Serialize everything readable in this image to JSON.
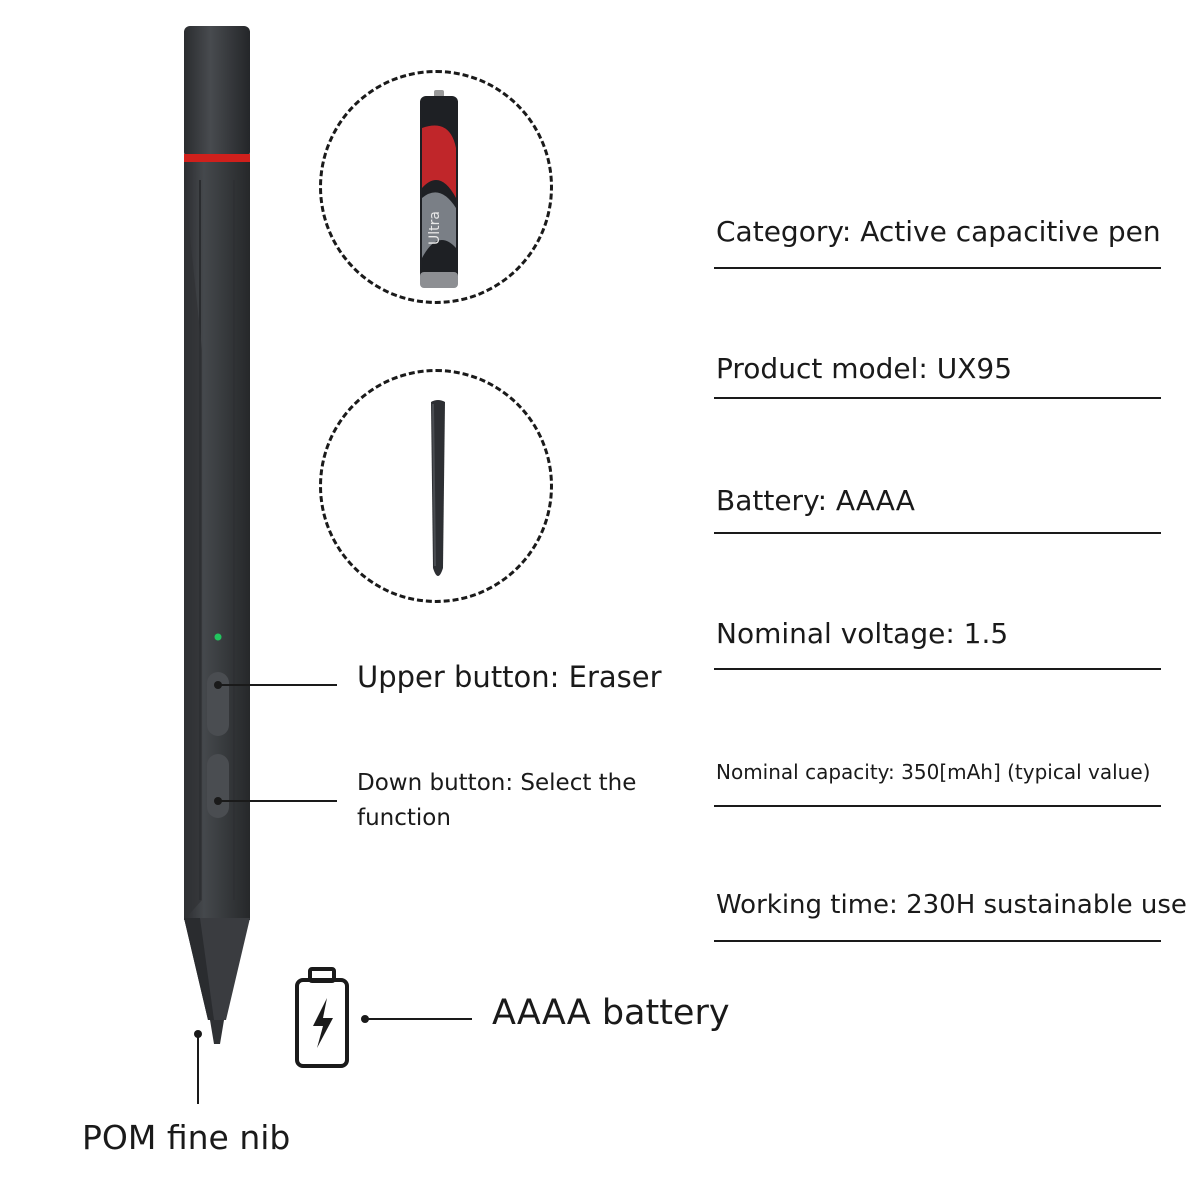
{
  "specs": [
    {
      "label": "Category: Active capacitive pen"
    },
    {
      "label": "Product model: UX95"
    },
    {
      "label": "Battery: AAAA"
    },
    {
      "label": "Nominal voltage: 1.5"
    },
    {
      "label": "Nominal capacity: 350[mAh] (typical value)"
    },
    {
      "label": "Working time: 230H sustainable use"
    }
  ],
  "callouts": {
    "upper_button": "Upper button: Eraser",
    "down_button_line1": "Down button: Select the",
    "down_button_line2": "function",
    "battery": "AAAA battery",
    "nib": "POM fine nib"
  },
  "battery_print": "Ultra",
  "icons": {
    "pen": "stylus-pen-illustration",
    "battery_detail": "aaaa-battery-icon",
    "nib_detail": "pen-nib-icon",
    "charge": "battery-charge-icon"
  },
  "colors": {
    "pen_body": "#3a3c3f",
    "accent_ring": "#d0201c",
    "led": "#22c55e",
    "text": "#1a1a1a"
  }
}
